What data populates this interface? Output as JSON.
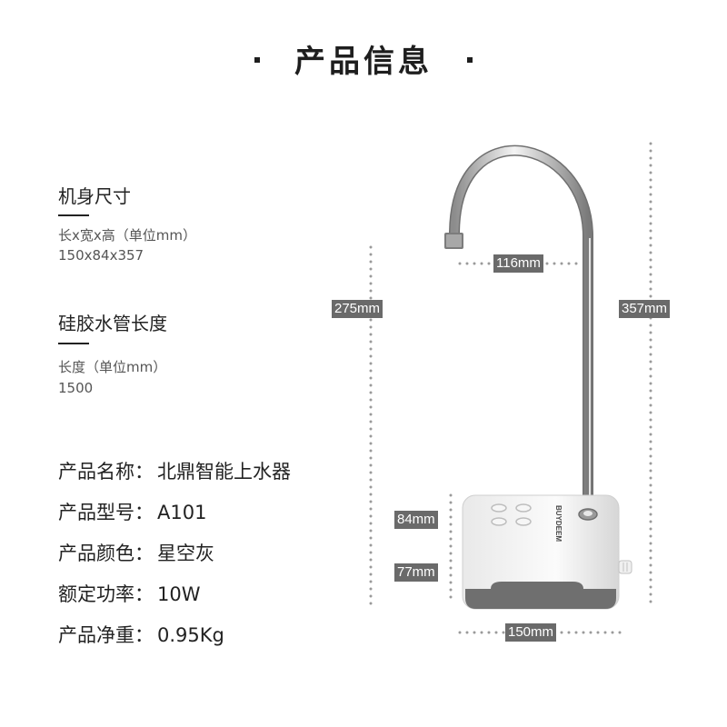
{
  "title": "产品信息",
  "dimensions_section": {
    "heading": "机身尺寸",
    "label": "长x宽x高（单位mm）",
    "value": "150x84x357"
  },
  "hose_section": {
    "heading": "硅胶水管长度",
    "label": "长度（单位mm）",
    "value": "1500"
  },
  "info": [
    {
      "label": "产品名称：",
      "value": "北鼎智能上水器"
    },
    {
      "label": "产品型号：",
      "value": "A101"
    },
    {
      "label": "产品颜色：",
      "value": "星空灰"
    },
    {
      "label": "额定功率：",
      "value": "10W"
    },
    {
      "label": "产品净重：",
      "value": "0.95Kg"
    }
  ],
  "dimension_labels": {
    "spout_reach": "116mm",
    "tube_height": "275mm",
    "total_height": "357mm",
    "base_depth": "84mm",
    "base_height": "77mm",
    "base_width": "150mm"
  },
  "product": {
    "brand": "BUYDEEM"
  },
  "colors": {
    "dimension_label_bg": "#6a6a6a",
    "dim_dots": "#9a9a9a",
    "base_band": "#6f6f6f"
  }
}
